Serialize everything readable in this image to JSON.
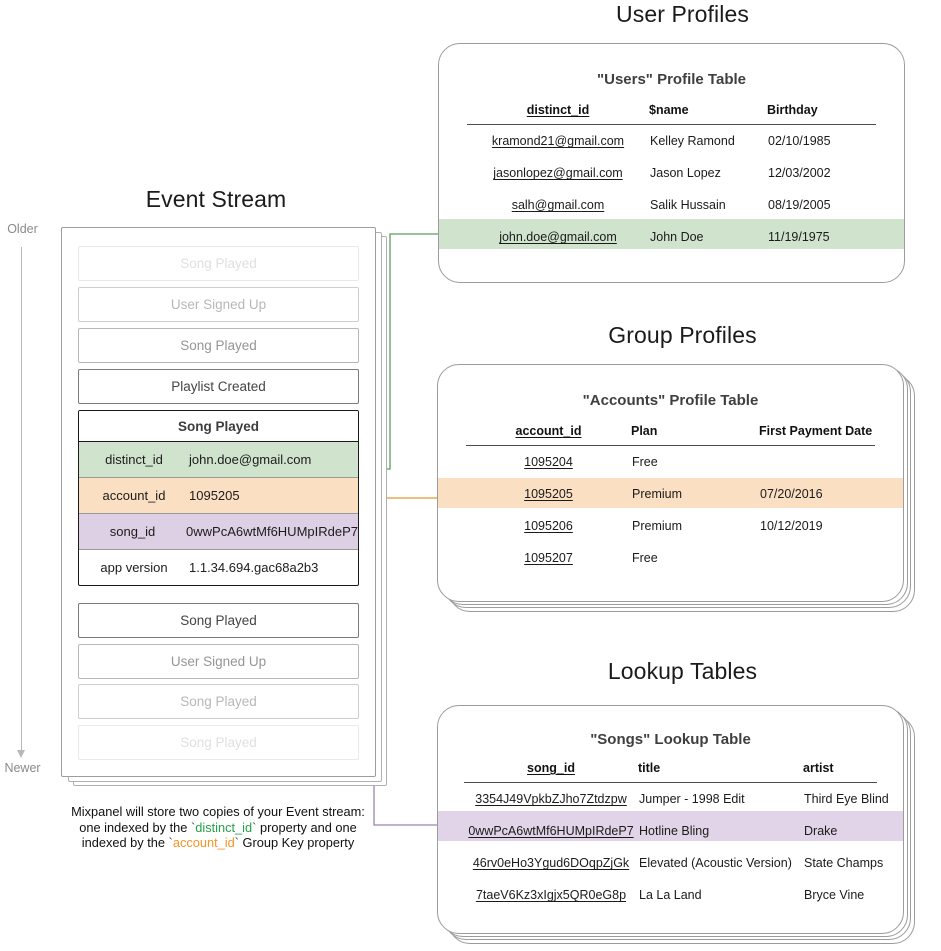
{
  "timeline": {
    "older_label": "Older",
    "newer_label": "Newer"
  },
  "event_stream": {
    "title": "Event Stream",
    "rows_before": [
      {
        "label": "Song Played",
        "fade": "f1"
      },
      {
        "label": "User Signed Up",
        "fade": "f2"
      },
      {
        "label": "Song Played",
        "fade": "f3"
      },
      {
        "label": "Playlist Created",
        "fade": "f4"
      }
    ],
    "expanded": {
      "name": "Song Played",
      "properties": [
        {
          "key": "distinct_id",
          "value": "john.doe@gmail.com",
          "highlight": "green"
        },
        {
          "key": "account_id",
          "value": "1095205",
          "highlight": "orange"
        },
        {
          "key": "song_id",
          "value": "0wwPcA6wtMf6HUMpIRdeP7",
          "highlight": "purple"
        },
        {
          "key": "app version",
          "value": "1.1.34.694.gac68a2b3",
          "highlight": "none"
        }
      ]
    },
    "rows_after": [
      {
        "label": "Song Played",
        "fade": "f4"
      },
      {
        "label": "User Signed Up",
        "fade": "f3"
      },
      {
        "label": "Song Played",
        "fade": "f2"
      },
      {
        "label": "Song Played",
        "fade": "f1"
      }
    ]
  },
  "caption": {
    "line1": "Mixpanel will store two copies of your Event stream:",
    "line2_a": "one indexed by the ",
    "line2_tok": "distinct_id",
    "line2_b": " property and one",
    "line3_a": "indexed by the ",
    "line3_tok": "account_id",
    "line3_b": " Group Key property"
  },
  "user_profiles": {
    "section_title": "User Profiles",
    "card_title": "\"Users\" Profile Table",
    "columns": [
      "distinct_id",
      "$name",
      "Birthday"
    ],
    "rows": [
      {
        "cells": [
          "kramond21@gmail.com",
          "Kelley Ramond",
          "02/10/1985"
        ],
        "highlight": "none"
      },
      {
        "cells": [
          "jasonlopez@gmail.com",
          "Jason Lopez",
          "12/03/2002"
        ],
        "highlight": "none"
      },
      {
        "cells": [
          "salh@gmail.com",
          "Salik Hussain",
          "08/19/2005"
        ],
        "highlight": "none"
      },
      {
        "cells": [
          "john.doe@gmail.com",
          "John Doe",
          "11/19/1975"
        ],
        "highlight": "green"
      }
    ]
  },
  "group_profiles": {
    "section_title": "Group Profiles",
    "card_title": "\"Accounts\" Profile Table",
    "columns": [
      "account_id",
      "Plan",
      "First Payment Date"
    ],
    "rows": [
      {
        "cells": [
          "1095204",
          "Free",
          ""
        ],
        "highlight": "none"
      },
      {
        "cells": [
          "1095205",
          "Premium",
          "07/20/2016"
        ],
        "highlight": "orange"
      },
      {
        "cells": [
          "1095206",
          "Premium",
          "10/12/2019"
        ],
        "highlight": "none"
      },
      {
        "cells": [
          "1095207",
          "Free",
          ""
        ],
        "highlight": "none"
      }
    ]
  },
  "lookup_tables": {
    "section_title": "Lookup Tables",
    "card_title": "\"Songs\" Lookup Table",
    "columns": [
      "song_id",
      "title",
      "artist"
    ],
    "rows": [
      {
        "cells": [
          "3354J49VpkbZJho7Ztdzpw",
          "Jumper - 1998 Edit",
          "Third Eye Blind"
        ],
        "highlight": "none"
      },
      {
        "cells": [
          "0wwPcA6wtMf6HUMpIRdeP7",
          "Hotline Bling",
          "Drake"
        ],
        "highlight": "purple"
      },
      {
        "cells": [
          "46rv0eHo3Ygud6DOqpZjGk",
          "Elevated (Acoustic Version)",
          "State Champs"
        ],
        "highlight": "none"
      },
      {
        "cells": [
          "7taeV6Kz3xIgjx5QR0eG8p",
          "La La Land",
          "Bryce Vine"
        ],
        "highlight": "none"
      }
    ]
  },
  "colors": {
    "green": "#cfe3cd",
    "orange": "#fbdfc3",
    "purple": "#e2d4e8",
    "connector_green": "#5a9e5e",
    "connector_orange": "#e0992e",
    "connector_purple": "#9b85ab"
  }
}
